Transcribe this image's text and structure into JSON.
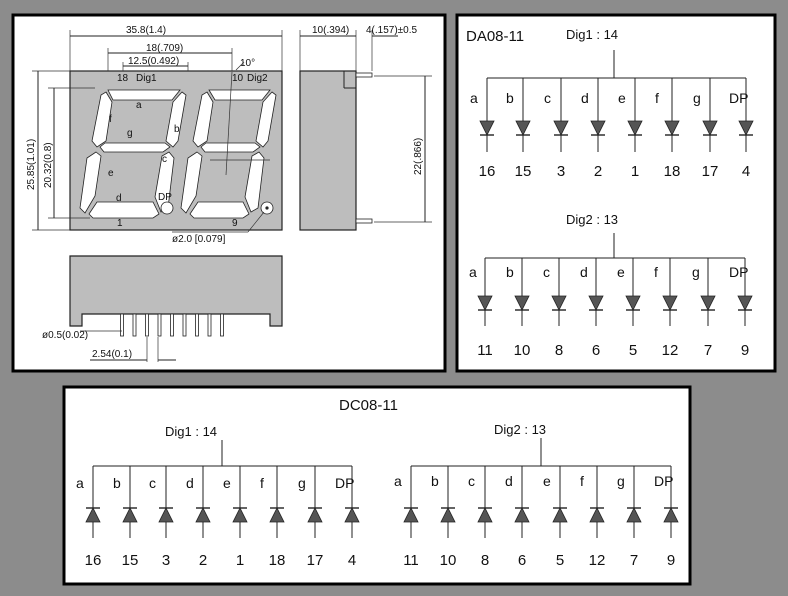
{
  "mechanical": {
    "dims": {
      "width": "35.8(1.4)",
      "digit_pitch": "18(.709)",
      "digit_offset": "12.5(0.492)",
      "slant": "10°",
      "height": "25.85(1.01)",
      "digit_height": "20.32(0.8)",
      "side_depth": "10(.394)",
      "pin_length": "4(.157)±0.5",
      "side_height": "22(.866)",
      "dot_dia": "ø2.0 [0.079]",
      "pin_dia": "ø0.5(0.02)",
      "pin_pitch": "2.54(0.1)"
    },
    "face_labels": {
      "pin18": "18",
      "dig1": "Dig1",
      "pin10": "10",
      "dig2": "Dig2",
      "a": "a",
      "b": "b",
      "f": "f",
      "g": "g",
      "e": "e",
      "c": "c",
      "d": "d",
      "dp": "DP",
      "pin1": "1",
      "pin9": "9"
    }
  },
  "da_panel": {
    "title": "DA08-11",
    "dig1": {
      "label": "Dig1 : 14",
      "segments": [
        "a",
        "b",
        "c",
        "d",
        "e",
        "f",
        "g",
        "DP"
      ],
      "pins": [
        "16",
        "15",
        "3",
        "2",
        "1",
        "18",
        "17",
        "4"
      ]
    },
    "dig2": {
      "label": "Dig2 : 13",
      "segments": [
        "a",
        "b",
        "c",
        "d",
        "e",
        "f",
        "g",
        "DP"
      ],
      "pins": [
        "11",
        "10",
        "8",
        "6",
        "5",
        "12",
        "7",
        "9"
      ]
    }
  },
  "dc_panel": {
    "title": "DC08-11",
    "dig1": {
      "label": "Dig1 : 14",
      "segments": [
        "a",
        "b",
        "c",
        "d",
        "e",
        "f",
        "g",
        "DP"
      ],
      "pins": [
        "16",
        "15",
        "3",
        "2",
        "1",
        "18",
        "17",
        "4"
      ]
    },
    "dig2": {
      "label": "Dig2 : 13",
      "segments": [
        "a",
        "b",
        "c",
        "d",
        "e",
        "f",
        "g",
        "DP"
      ],
      "pins": [
        "11",
        "10",
        "8",
        "6",
        "5",
        "12",
        "7",
        "9"
      ]
    }
  }
}
